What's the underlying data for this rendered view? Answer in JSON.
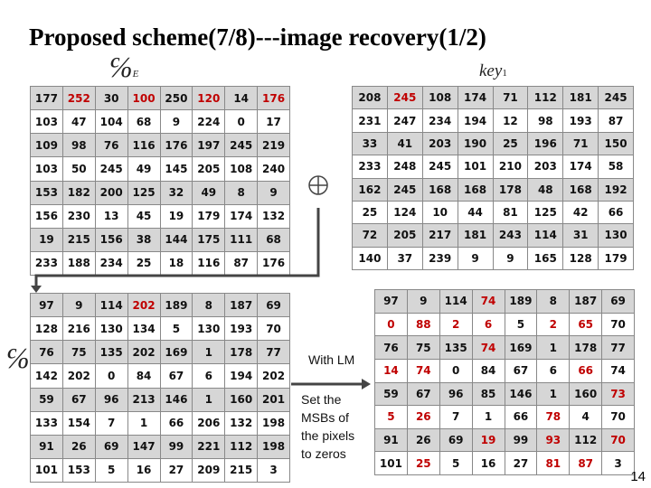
{
  "title": "Proposed scheme(7/8)---image recovery(1/2)",
  "labels": {
    "ie_main": "℅",
    "ie_sub": "E",
    "key_main": "key",
    "key_sub": "1",
    "io_main": "℅",
    "with_lm": "With LM",
    "set_msbs": [
      "Set the",
      "MSBs of",
      "the pixels",
      "to zeros"
    ],
    "page_number": "14"
  },
  "colors": {
    "red": "#c00000",
    "row_odd": "#d6d6d6",
    "row_even": "#ffffff"
  },
  "tables": {
    "encrypted": [
      [
        "177",
        "252",
        "30",
        "100",
        "250",
        "120",
        "14",
        "176"
      ],
      [
        "103",
        "47",
        "104",
        "68",
        "9",
        "224",
        "0",
        "17"
      ],
      [
        "109",
        "98",
        "76",
        "116",
        "176",
        "197",
        "245",
        "219"
      ],
      [
        "103",
        "50",
        "245",
        "49",
        "145",
        "205",
        "108",
        "240"
      ],
      [
        "153",
        "182",
        "200",
        "125",
        "32",
        "49",
        "8",
        "9"
      ],
      [
        "156",
        "230",
        "13",
        "45",
        "19",
        "179",
        "174",
        "132"
      ],
      [
        "19",
        "215",
        "156",
        "38",
        "144",
        "175",
        "111",
        "68"
      ],
      [
        "233",
        "188",
        "234",
        "25",
        "18",
        "116",
        "87",
        "176"
      ]
    ],
    "encrypted_red": [
      [
        0,
        1
      ],
      [
        0,
        3
      ],
      [
        0,
        5
      ],
      [
        0,
        7
      ]
    ],
    "key": [
      [
        "208",
        "245",
        "108",
        "174",
        "71",
        "112",
        "181",
        "245"
      ],
      [
        "231",
        "247",
        "234",
        "194",
        "12",
        "98",
        "193",
        "87"
      ],
      [
        "33",
        "41",
        "203",
        "190",
        "25",
        "196",
        "71",
        "150"
      ],
      [
        "233",
        "248",
        "245",
        "101",
        "210",
        "203",
        "174",
        "58"
      ],
      [
        "162",
        "245",
        "168",
        "168",
        "178",
        "48",
        "168",
        "192"
      ],
      [
        "25",
        "124",
        "10",
        "44",
        "81",
        "125",
        "42",
        "66"
      ],
      [
        "72",
        "205",
        "217",
        "181",
        "243",
        "114",
        "31",
        "130"
      ],
      [
        "140",
        "37",
        "239",
        "9",
        "9",
        "165",
        "128",
        "179"
      ]
    ],
    "key_red": [
      [
        0,
        1
      ]
    ],
    "xor_result": [
      [
        "97",
        "9",
        "114",
        "202",
        "189",
        "8",
        "187",
        "69"
      ],
      [
        "128",
        "216",
        "130",
        "134",
        "5",
        "130",
        "193",
        "70"
      ],
      [
        "76",
        "75",
        "135",
        "202",
        "169",
        "1",
        "178",
        "77"
      ],
      [
        "142",
        "202",
        "0",
        "84",
        "67",
        "6",
        "194",
        "202"
      ],
      [
        "59",
        "67",
        "96",
        "213",
        "146",
        "1",
        "160",
        "201"
      ],
      [
        "133",
        "154",
        "7",
        "1",
        "66",
        "206",
        "132",
        "198"
      ],
      [
        "91",
        "26",
        "69",
        "147",
        "99",
        "221",
        "112",
        "198"
      ],
      [
        "101",
        "153",
        "5",
        "16",
        "27",
        "209",
        "215",
        "3"
      ]
    ],
    "xor_red": [
      [
        0,
        3
      ]
    ],
    "recovered": [
      [
        "97",
        "9",
        "114",
        "74",
        "189",
        "8",
        "187",
        "69"
      ],
      [
        "0",
        "88",
        "2",
        "6",
        "5",
        "2",
        "65",
        "70"
      ],
      [
        "76",
        "75",
        "135",
        "74",
        "169",
        "1",
        "178",
        "77"
      ],
      [
        "14",
        "74",
        "0",
        "84",
        "67",
        "6",
        "66",
        "74"
      ],
      [
        "59",
        "67",
        "96",
        "85",
        "146",
        "1",
        "160",
        "73"
      ],
      [
        "5",
        "26",
        "7",
        "1",
        "66",
        "78",
        "4",
        "70"
      ],
      [
        "91",
        "26",
        "69",
        "19",
        "99",
        "93",
        "112",
        "70"
      ],
      [
        "101",
        "25",
        "5",
        "16",
        "27",
        "81",
        "87",
        "3"
      ]
    ],
    "recovered_red": [
      [
        0,
        3
      ],
      [
        1,
        0
      ],
      [
        1,
        1
      ],
      [
        1,
        2
      ],
      [
        1,
        3
      ],
      [
        1,
        5
      ],
      [
        1,
        6
      ],
      [
        2,
        3
      ],
      [
        3,
        0
      ],
      [
        3,
        1
      ],
      [
        3,
        6
      ],
      [
        4,
        7
      ],
      [
        5,
        0
      ],
      [
        5,
        1
      ],
      [
        5,
        5
      ],
      [
        6,
        3
      ],
      [
        6,
        5
      ],
      [
        6,
        7
      ],
      [
        7,
        1
      ],
      [
        7,
        5
      ],
      [
        7,
        6
      ]
    ]
  }
}
